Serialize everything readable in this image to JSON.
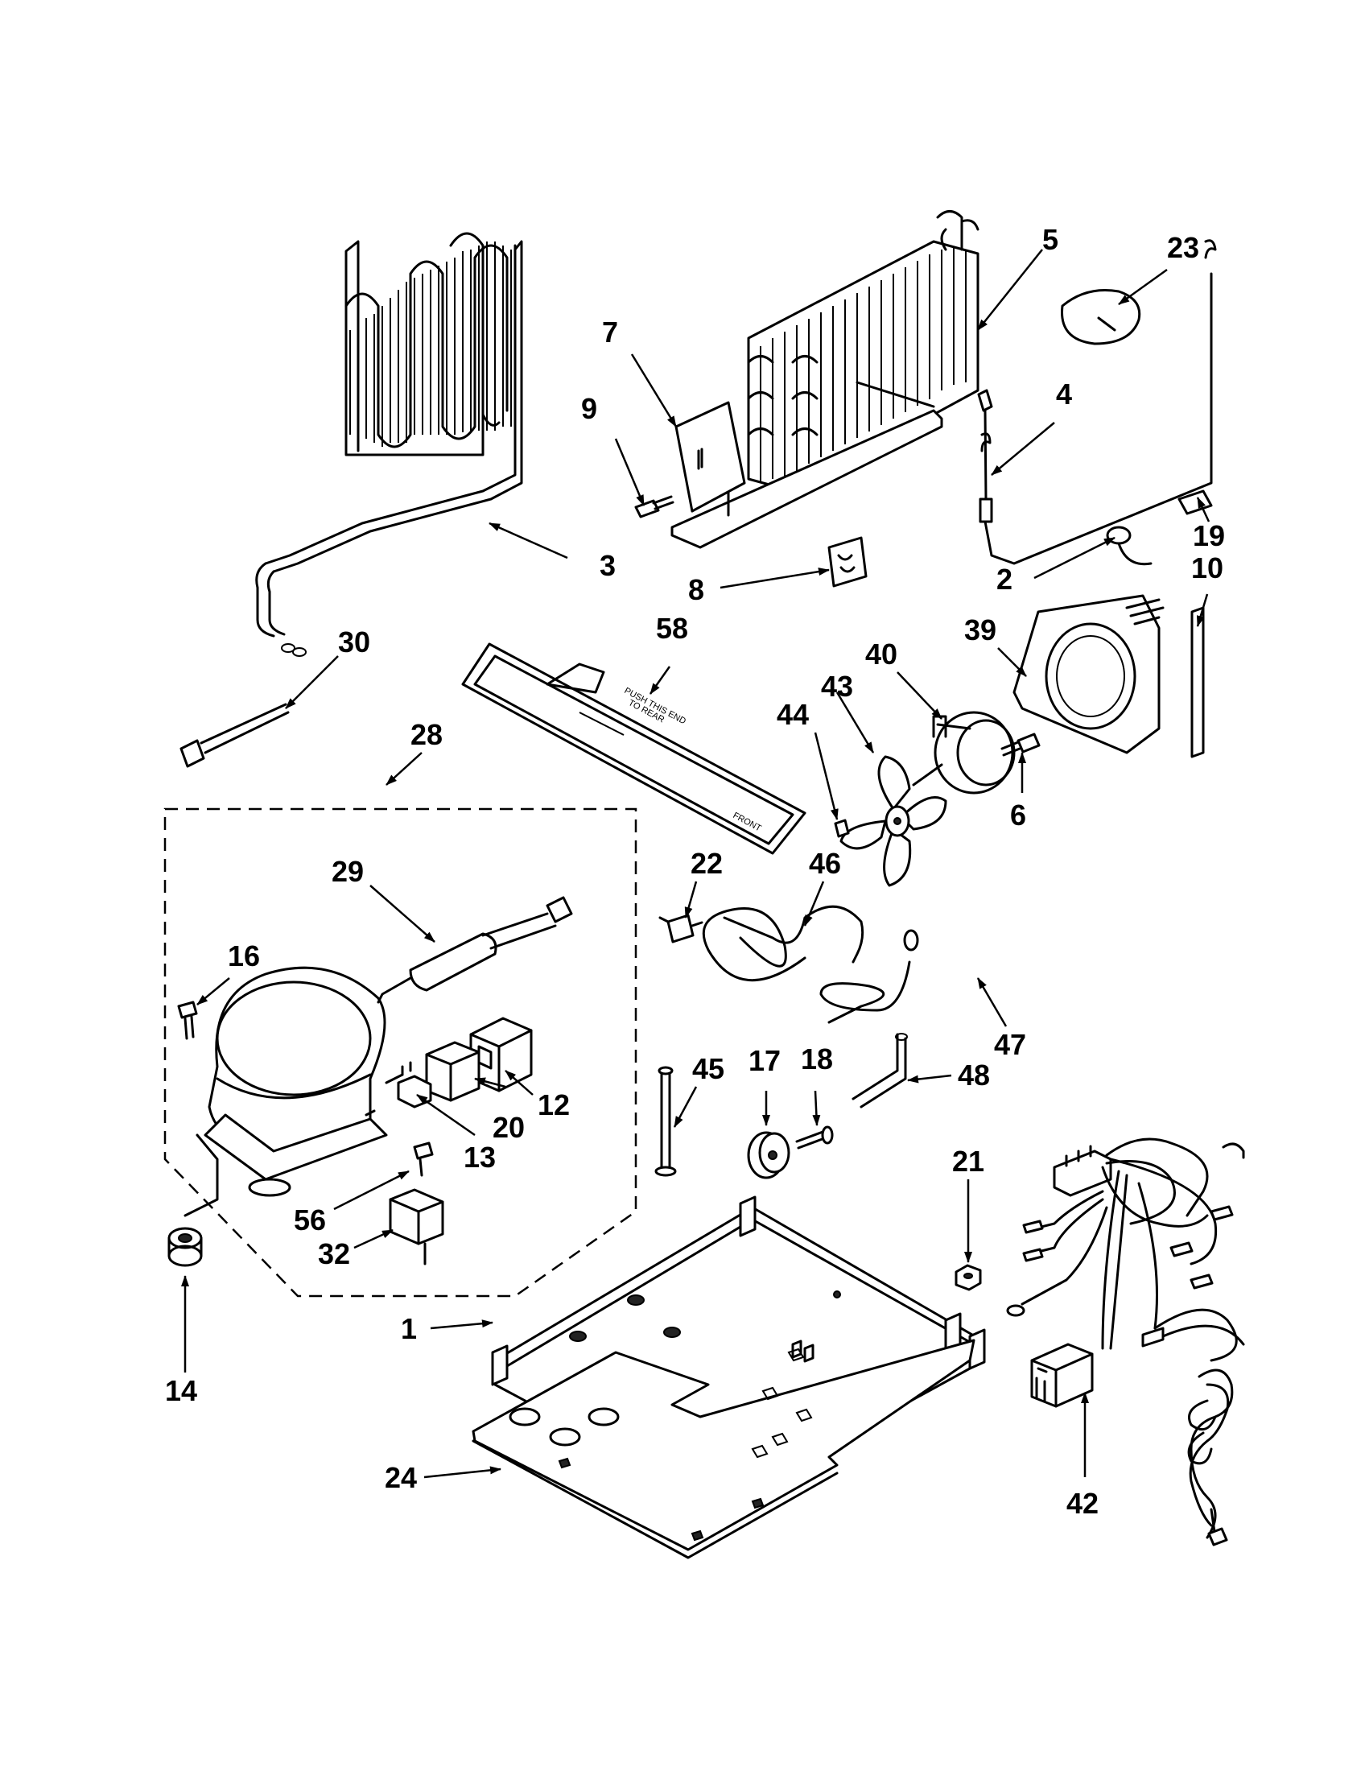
{
  "callouts": {
    "c1": "1",
    "c2": "2",
    "c3": "3",
    "c4": "4",
    "c5": "5",
    "c6": "6",
    "c7": "7",
    "c8": "8",
    "c9": "9",
    "c10": "10",
    "c12": "12",
    "c13": "13",
    "c14": "14",
    "c16": "16",
    "c17": "17",
    "c18": "18",
    "c19": "19",
    "c20": "20",
    "c21": "21",
    "c22": "22",
    "c23": "23",
    "c24": "24",
    "c28": "28",
    "c29": "29",
    "c30": "30",
    "c32": "32",
    "c39": "39",
    "c40": "40",
    "c42": "42",
    "c43": "43",
    "c44": "44",
    "c45": "45",
    "c46": "46",
    "c47": "47",
    "c48": "48",
    "c56": "56",
    "c58": "58"
  },
  "tray_imprint": {
    "line1": "PUSH THIS END",
    "line2": "TO REAR",
    "front": "FRONT"
  }
}
